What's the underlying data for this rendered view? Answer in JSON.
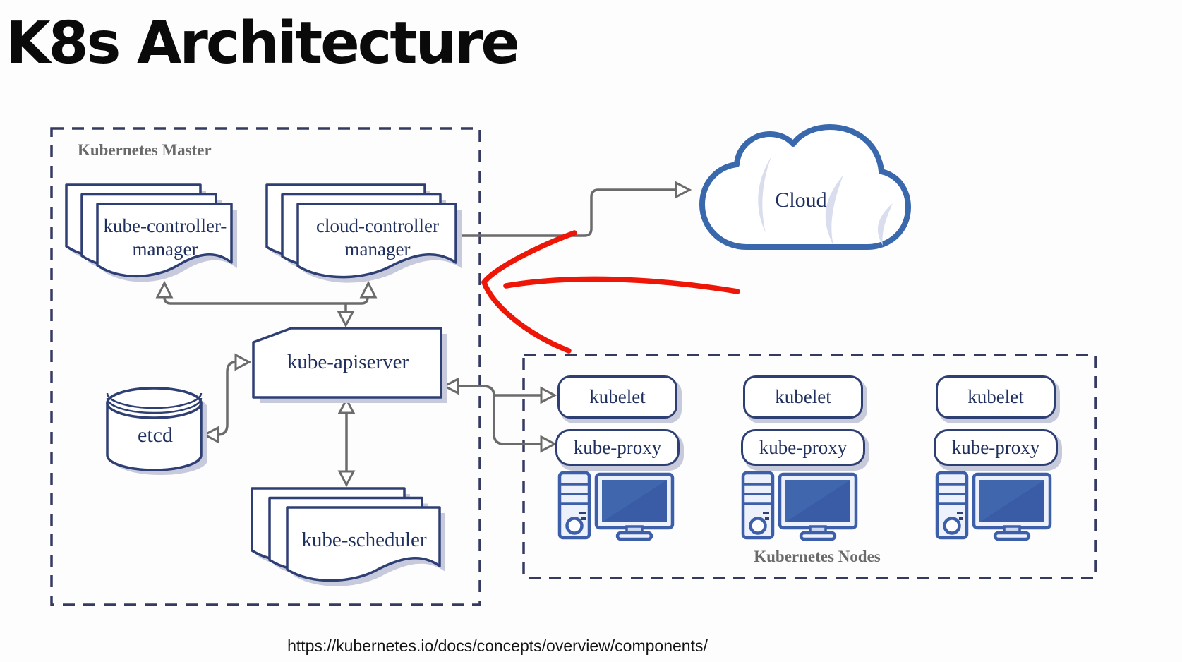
{
  "title": "K8s Architecture",
  "source_url": "https://kubernetes.io/docs/concepts/overview/components/",
  "master": {
    "label": "Kubernetes Master",
    "kube_controller_manager": "kube-controller-\nmanager",
    "cloud_controller_manager": "cloud-controller\nmanager",
    "kube_apiserver": "kube-apiserver",
    "etcd": "etcd",
    "kube_scheduler": "kube-scheduler"
  },
  "cloud": {
    "label": "Cloud"
  },
  "nodes": {
    "label": "Kubernetes Nodes",
    "items": [
      {
        "kubelet": "kubelet",
        "kube_proxy": "kube-proxy"
      },
      {
        "kubelet": "kubelet",
        "kube_proxy": "kube-proxy"
      },
      {
        "kubelet": "kubelet",
        "kube_proxy": "kube-proxy"
      }
    ]
  },
  "colors": {
    "shape_border_navy": "#2e3f74",
    "text_navy": "#1f2f5e",
    "dashed_border": "#343a60",
    "connector_gray": "#6b6b6b",
    "section_label_gray": "#6a6a6a",
    "cloud_border_blue": "#3a68ac",
    "screen_blue": "#4066ae",
    "annotation_red": "#ed1607",
    "shadow_gray": "#c7cadc"
  }
}
